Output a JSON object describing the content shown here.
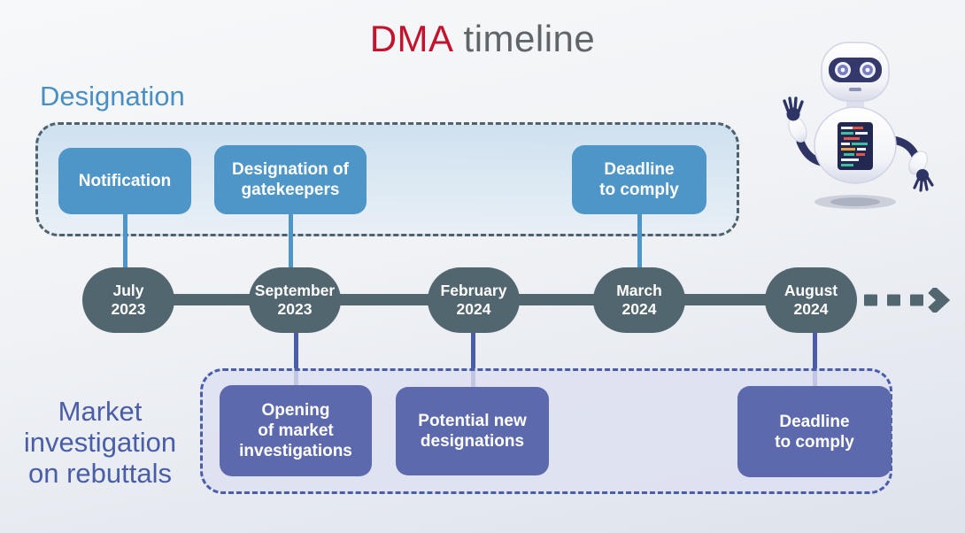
{
  "title": {
    "highlight": "DMA",
    "rest": "timeline"
  },
  "colors": {
    "accent_red": "#c3142f",
    "title_gray": "#5f6569",
    "blue_box": "#4f96c8",
    "blue_label": "#4a8fc4",
    "designation_panel_fill": "#d5e4f1",
    "timeline_slate": "#52666f",
    "purple_box": "#5c69ad",
    "purple_label": "#4a5ea8",
    "market_panel_fill": "#dde0f1"
  },
  "designation_section": {
    "label": "Designation",
    "boxes": [
      {
        "label": "Notification"
      },
      {
        "label": "Designation of\ngatekeepers"
      },
      {
        "label": "Deadline\nto comply"
      }
    ]
  },
  "timeline": {
    "nodes": [
      {
        "label": "July\n2023"
      },
      {
        "label": "September\n2023"
      },
      {
        "label": "February\n2024"
      },
      {
        "label": "March\n2024"
      },
      {
        "label": "August\n2024"
      }
    ],
    "arrow_icon": "dashed-arrow-right"
  },
  "market_section": {
    "label": "Market\ninvestigation\non rebuttals",
    "boxes": [
      {
        "label": "Opening\nof market\ninvestigations"
      },
      {
        "label": "Potential new\ndesignations"
      },
      {
        "label": "Deadline\nto comply"
      }
    ]
  },
  "icons": {
    "robot": "robot-mascot",
    "arrow": "dashed-arrow-right"
  }
}
